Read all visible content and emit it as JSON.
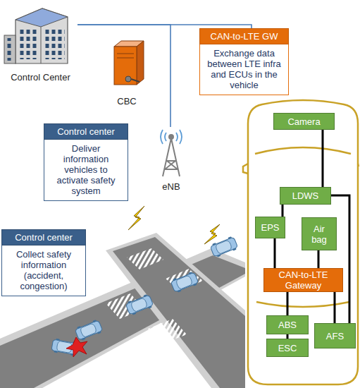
{
  "diagram": {
    "nodes": [
      {
        "text": [
          "Control Center"
        ]
      },
      {
        "text": [
          "CBC"
        ]
      },
      {
        "text": [
          "CAN-to-LTE GW",
          "Exchange data between LTE infra and ECUs in the vehicle"
        ]
      },
      {
        "text": [
          "eNB"
        ]
      },
      {
        "text": [
          "Control center",
          "Deliver information vehicles to activate safety system"
        ]
      },
      {
        "text": [
          "Control center",
          "Collect safety information (accident, congestion)"
        ]
      },
      {
        "text": [
          "Camera"
        ]
      },
      {
        "text": [
          "LDWS"
        ]
      },
      {
        "text": [
          "EPS"
        ]
      },
      {
        "text": [
          "Air bag"
        ]
      },
      {
        "text": [
          "CAN-to-LTE Gateway"
        ]
      },
      {
        "text": [
          "ABS"
        ]
      },
      {
        "text": [
          "ESC"
        ]
      },
      {
        "text": [
          "AFS"
        ]
      }
    ],
    "edges": [
      {
        "from": 0,
        "to": 3,
        "arrow": "none"
      },
      {
        "from": 0,
        "to": 2,
        "arrow": "none"
      },
      {
        "from": 6,
        "to": 7,
        "arrow": "none"
      },
      {
        "from": 7,
        "to": 8,
        "arrow": "none"
      },
      {
        "from": 8,
        "to": 10,
        "arrow": "none"
      },
      {
        "from": 9,
        "to": 10,
        "arrow": "none"
      },
      {
        "from": 10,
        "to": 11,
        "arrow": "none"
      },
      {
        "from": 11,
        "to": 12,
        "arrow": "none"
      },
      {
        "from": 10,
        "to": 13,
        "arrow": "none"
      },
      {
        "from": 7,
        "to": 13,
        "arrow": "none"
      }
    ]
  }
}
